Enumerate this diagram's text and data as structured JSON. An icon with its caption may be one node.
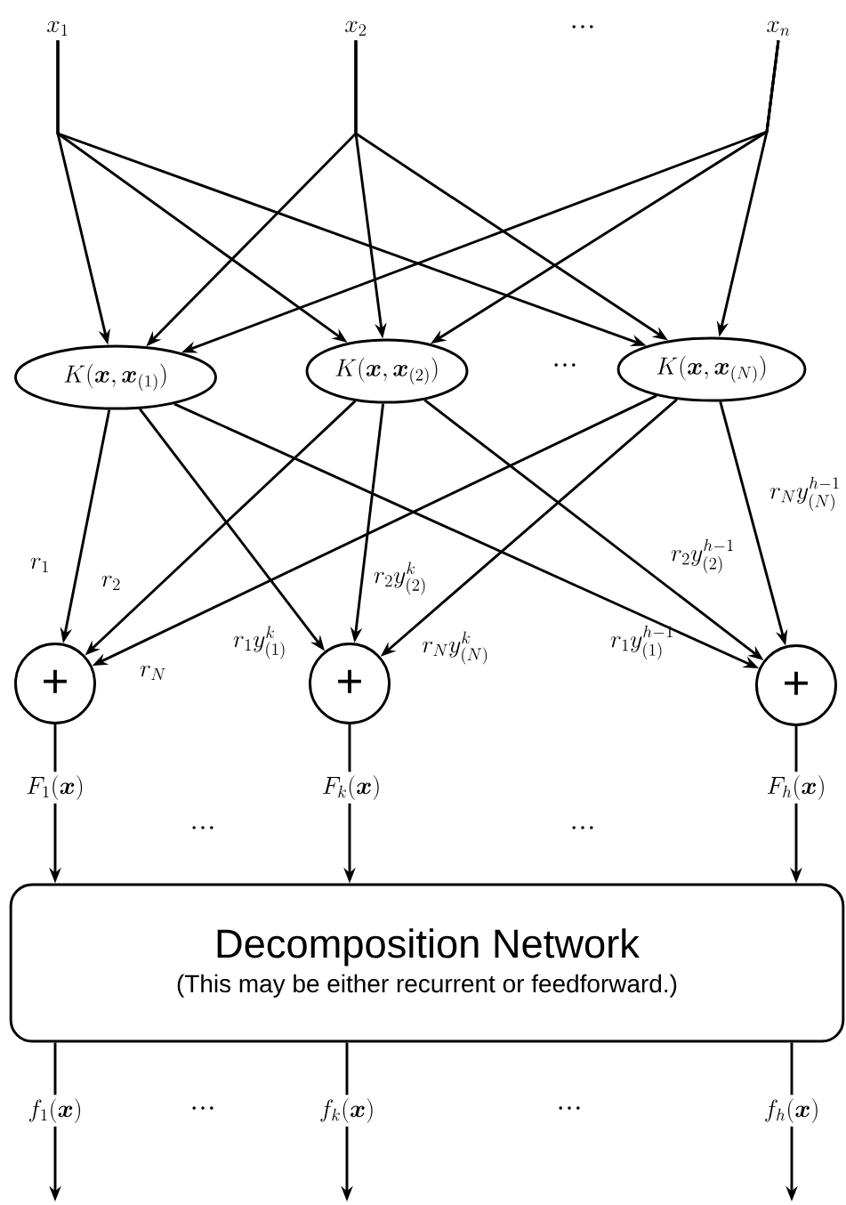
{
  "diagram": {
    "nodes": [
      {
        "text": [
          "x_1"
        ]
      },
      {
        "text": [
          "x_2"
        ]
      },
      {
        "text": [
          "x_n"
        ]
      },
      {
        "text": [
          "K(\\boldsymbol{x},\\boldsymbol{x}_{(1)})"
        ]
      },
      {
        "text": [
          "K(\\boldsymbol{x},\\boldsymbol{x}_{(2)})"
        ]
      },
      {
        "text": [
          "K(\\boldsymbol{x},\\boldsymbol{x}_{(N)})"
        ]
      },
      {
        "text": [
          "+"
        ]
      },
      {
        "text": [
          "+"
        ]
      },
      {
        "text": [
          "+"
        ]
      },
      {
        "text": [
          "Decomposition Network",
          "(This may be either recurrent or feedforward.)"
        ]
      }
    ],
    "edges": [
      {
        "from": 0,
        "to": 3,
        "arrow": "to"
      },
      {
        "from": 0,
        "to": 4,
        "arrow": "to"
      },
      {
        "from": 0,
        "to": 5,
        "arrow": "to"
      },
      {
        "from": 1,
        "to": 3,
        "arrow": "to"
      },
      {
        "from": 1,
        "to": 4,
        "arrow": "to"
      },
      {
        "from": 1,
        "to": 5,
        "arrow": "to"
      },
      {
        "from": 2,
        "to": 3,
        "arrow": "to"
      },
      {
        "from": 2,
        "to": 4,
        "arrow": "to"
      },
      {
        "from": 2,
        "to": 5,
        "arrow": "to"
      },
      {
        "from": 3,
        "to": 6,
        "arrow": "to",
        "label": "r_1"
      },
      {
        "from": 4,
        "to": 6,
        "arrow": "to",
        "label": "r_2"
      },
      {
        "from": 5,
        "to": 6,
        "arrow": "to",
        "label": "r_N"
      },
      {
        "from": 3,
        "to": 7,
        "arrow": "to",
        "label": "r_1y^k_{(1)}"
      },
      {
        "from": 4,
        "to": 7,
        "arrow": "to",
        "label": "r_2y^k_{(2)}"
      },
      {
        "from": 5,
        "to": 7,
        "arrow": "to",
        "label": "r_Ny^k_{(N)}"
      },
      {
        "from": 3,
        "to": 8,
        "arrow": "to",
        "label": "r_1y^{h-1}_{(1)}"
      },
      {
        "from": 4,
        "to": 8,
        "arrow": "to",
        "label": "r_2y^{h-1}_{(2)}"
      },
      {
        "from": 5,
        "to": 8,
        "arrow": "to",
        "label": "r_Ny^{h-1}_{(N)}"
      },
      {
        "from": 6,
        "to": 9,
        "arrow": "to",
        "label": "F_1(\\boldsymbol{x})"
      },
      {
        "from": 7,
        "to": 9,
        "arrow": "to",
        "label": "F_k(\\boldsymbol{x})"
      },
      {
        "from": 8,
        "to": 9,
        "arrow": "to",
        "label": "F_h(\\boldsymbol{x})"
      },
      {
        "from": 9,
        "to": null,
        "arrow": "to",
        "label": "f_1(\\boldsymbol{x})"
      },
      {
        "from": 9,
        "to": null,
        "arrow": "to",
        "label": "f_k(\\boldsymbol{x})"
      },
      {
        "from": 9,
        "to": null,
        "arrow": "to",
        "label": "f_h(\\boldsymbol{x})"
      }
    ],
    "labels": [
      "…",
      "…",
      "…",
      "…",
      "…",
      "…"
    ]
  }
}
